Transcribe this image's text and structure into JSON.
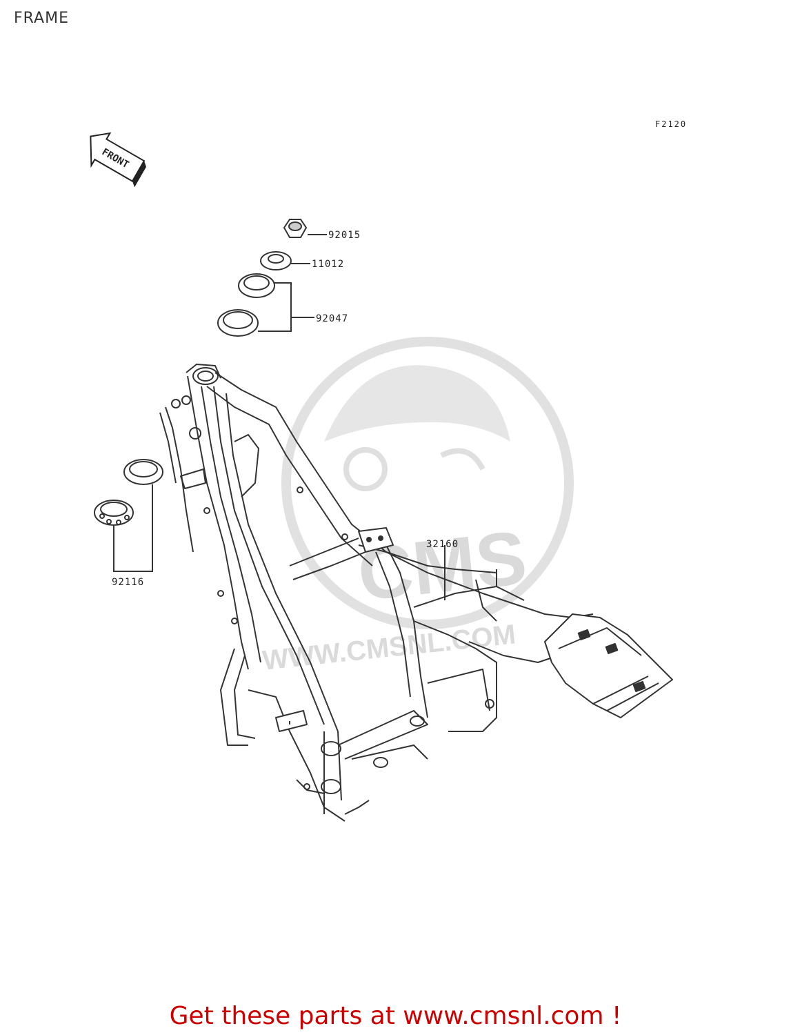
{
  "page": {
    "title": "FRAME"
  },
  "diagram": {
    "reference_code": "F2120",
    "front_marker": "FRONT",
    "watermark": {
      "site_text": "WWW.CMSNL.COM",
      "logo_text": "CMS"
    },
    "callouts": [
      {
        "id": "nut",
        "part_number": "92015"
      },
      {
        "id": "washer",
        "part_number": "11012"
      },
      {
        "id": "races-upper",
        "part_number": "92047"
      },
      {
        "id": "frame",
        "part_number": "32160"
      },
      {
        "id": "bearing-lower",
        "part_number": "92116"
      }
    ]
  },
  "footer": {
    "link_text": "Get these parts at www.cmsnl.com !",
    "color": "#cc0000"
  },
  "colors": {
    "line": "#333333",
    "watermark": "#d6d6d6",
    "background": "#ffffff"
  }
}
